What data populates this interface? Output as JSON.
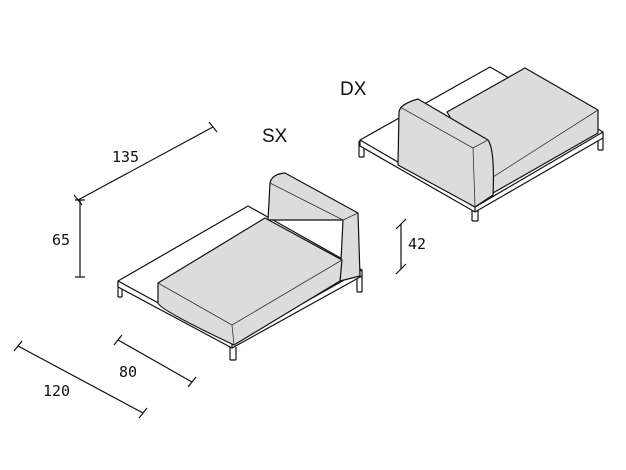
{
  "labels": {
    "sx": "SX",
    "dx": "DX"
  },
  "dimensions": {
    "depth": "135",
    "height": "65",
    "width": "120",
    "seat_width": "80",
    "seat_height": "42"
  }
}
